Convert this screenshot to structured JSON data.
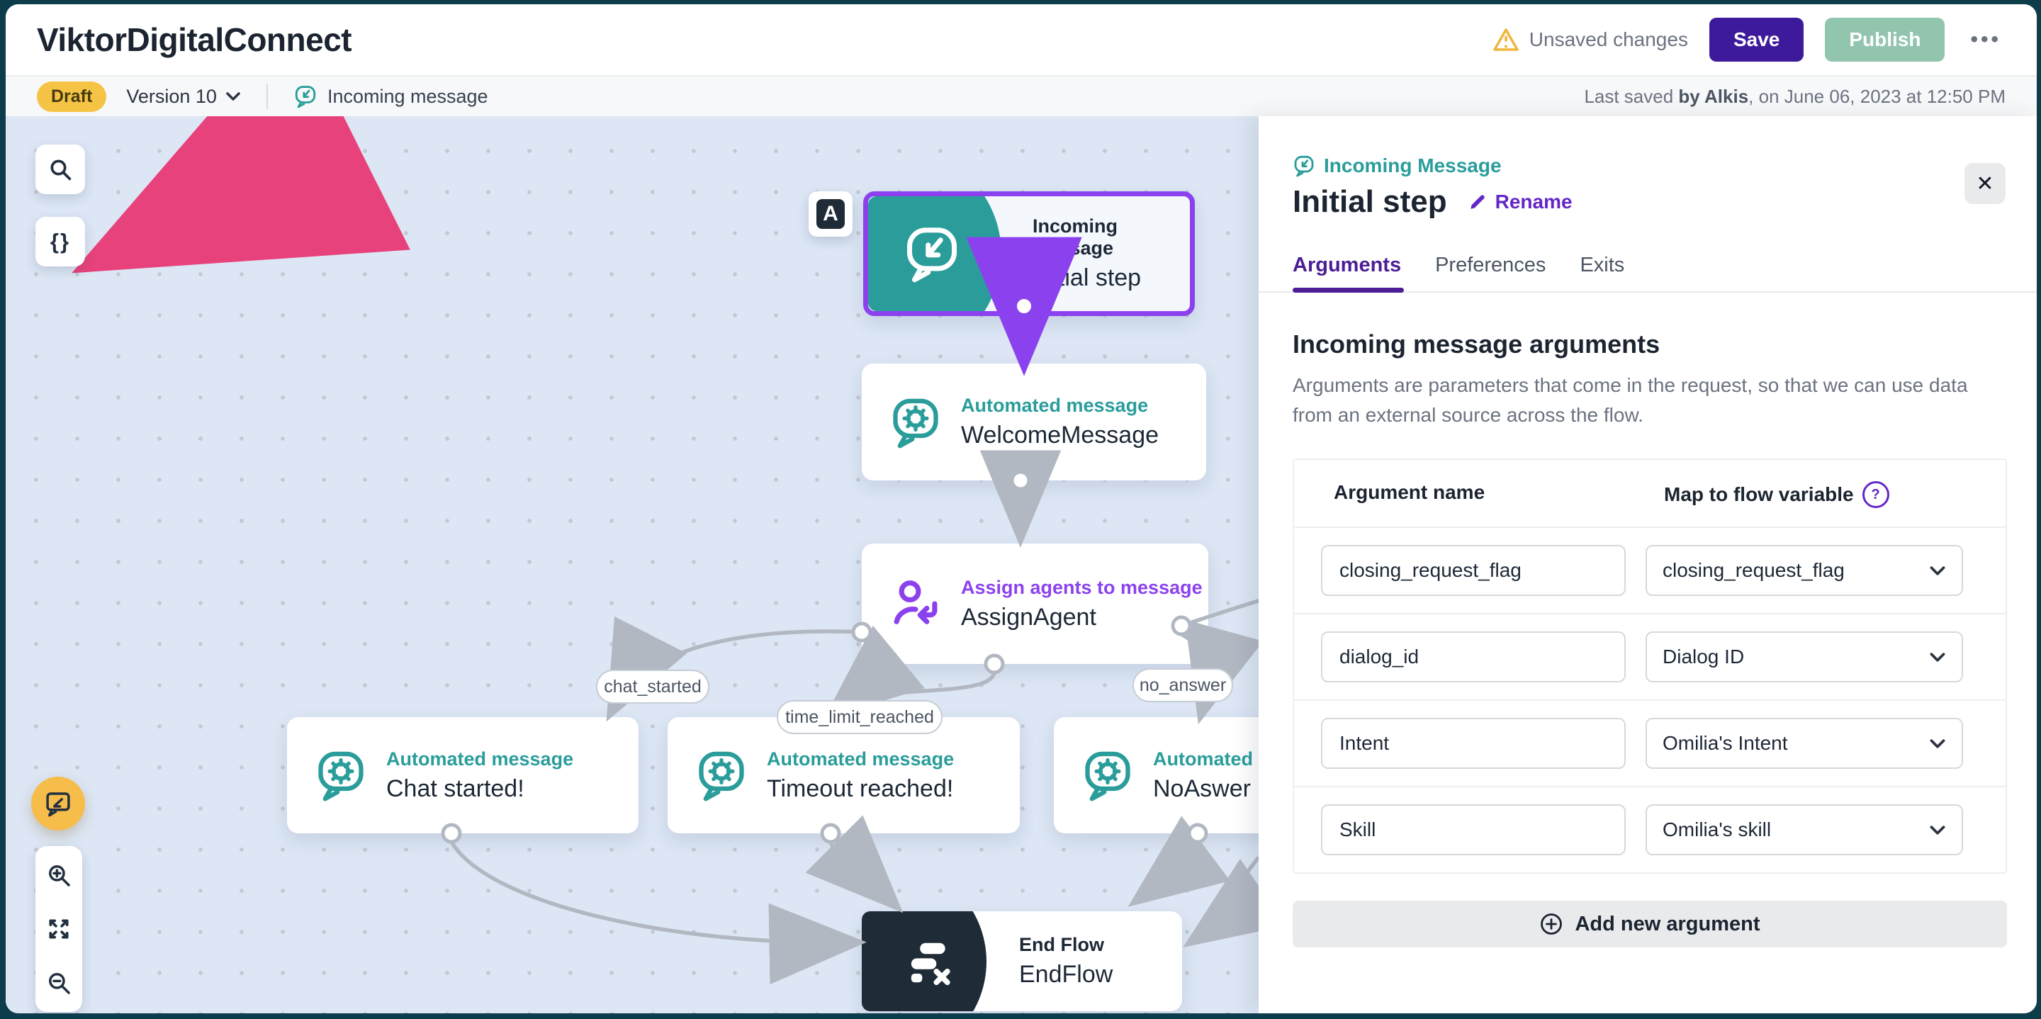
{
  "colors": {
    "accent_purple": "#8b42ee",
    "deep_purple": "#3d1a9b",
    "tab_purple": "#4c1d95",
    "link_purple": "#6326c9",
    "teal": "#2a9d9b",
    "publish_green": "#92c5ae",
    "draft_yellow": "#f6c445",
    "warning_yellow": "#f0b63a",
    "canvas_blue": "#dce6f4",
    "dark_navy": "#202b38",
    "edge_gray": "#b2b8c2",
    "annotation_pink": "#e8427c"
  },
  "header": {
    "title": "ViktorDigitalConnect",
    "unsaved_label": "Unsaved changes",
    "save_label": "Save",
    "publish_label": "Publish",
    "more_label": "•••"
  },
  "version_bar": {
    "status": "Draft",
    "version": "Version 10",
    "flow_label": "Incoming message",
    "last_saved_prefix": "Last saved ",
    "last_saved_bold": "by Alkis",
    "last_saved_suffix": ", on June 06, 2023 at 12:50 PM"
  },
  "canvas": {
    "keyboard_badge": "A",
    "braces_label": "{}",
    "nodes": [
      {
        "type": "Incoming Message",
        "name": "Initial step"
      },
      {
        "type": "Automated message",
        "name": "WelcomeMessage"
      },
      {
        "type": "Assign agents to message",
        "name": "AssignAgent"
      },
      {
        "type": "Automated message",
        "name": "Chat started!"
      },
      {
        "type": "Automated message",
        "name": "Timeout reached!"
      },
      {
        "type": "Automated message",
        "name": "NoAswer"
      },
      {
        "type": "End Flow",
        "name": "EndFlow"
      }
    ],
    "edge_labels": [
      "chat_started",
      "time_limit_reached",
      "no_answer"
    ]
  },
  "panel": {
    "node_type": "Incoming Message",
    "title": "Initial step",
    "rename_label": "Rename",
    "close_label": "✕",
    "tabs": [
      {
        "label": "Arguments"
      },
      {
        "label": "Preferences"
      },
      {
        "label": "Exits"
      }
    ],
    "section_title": "Incoming message arguments",
    "section_desc": "Arguments are parameters that come in the request, so that we can use data from an external source across the flow.",
    "table": {
      "col1": "Argument name",
      "col2": "Map to flow variable",
      "help_label": "?",
      "rows": [
        {
          "name": "closing_request_flag",
          "variable": "closing_request_flag"
        },
        {
          "name": "dialog_id",
          "variable": "Dialog ID"
        },
        {
          "name": "Intent",
          "variable": "Omilia's Intent"
        },
        {
          "name": "Skill",
          "variable": "Omilia's skill"
        }
      ]
    },
    "add_button_label": "Add new argument"
  }
}
